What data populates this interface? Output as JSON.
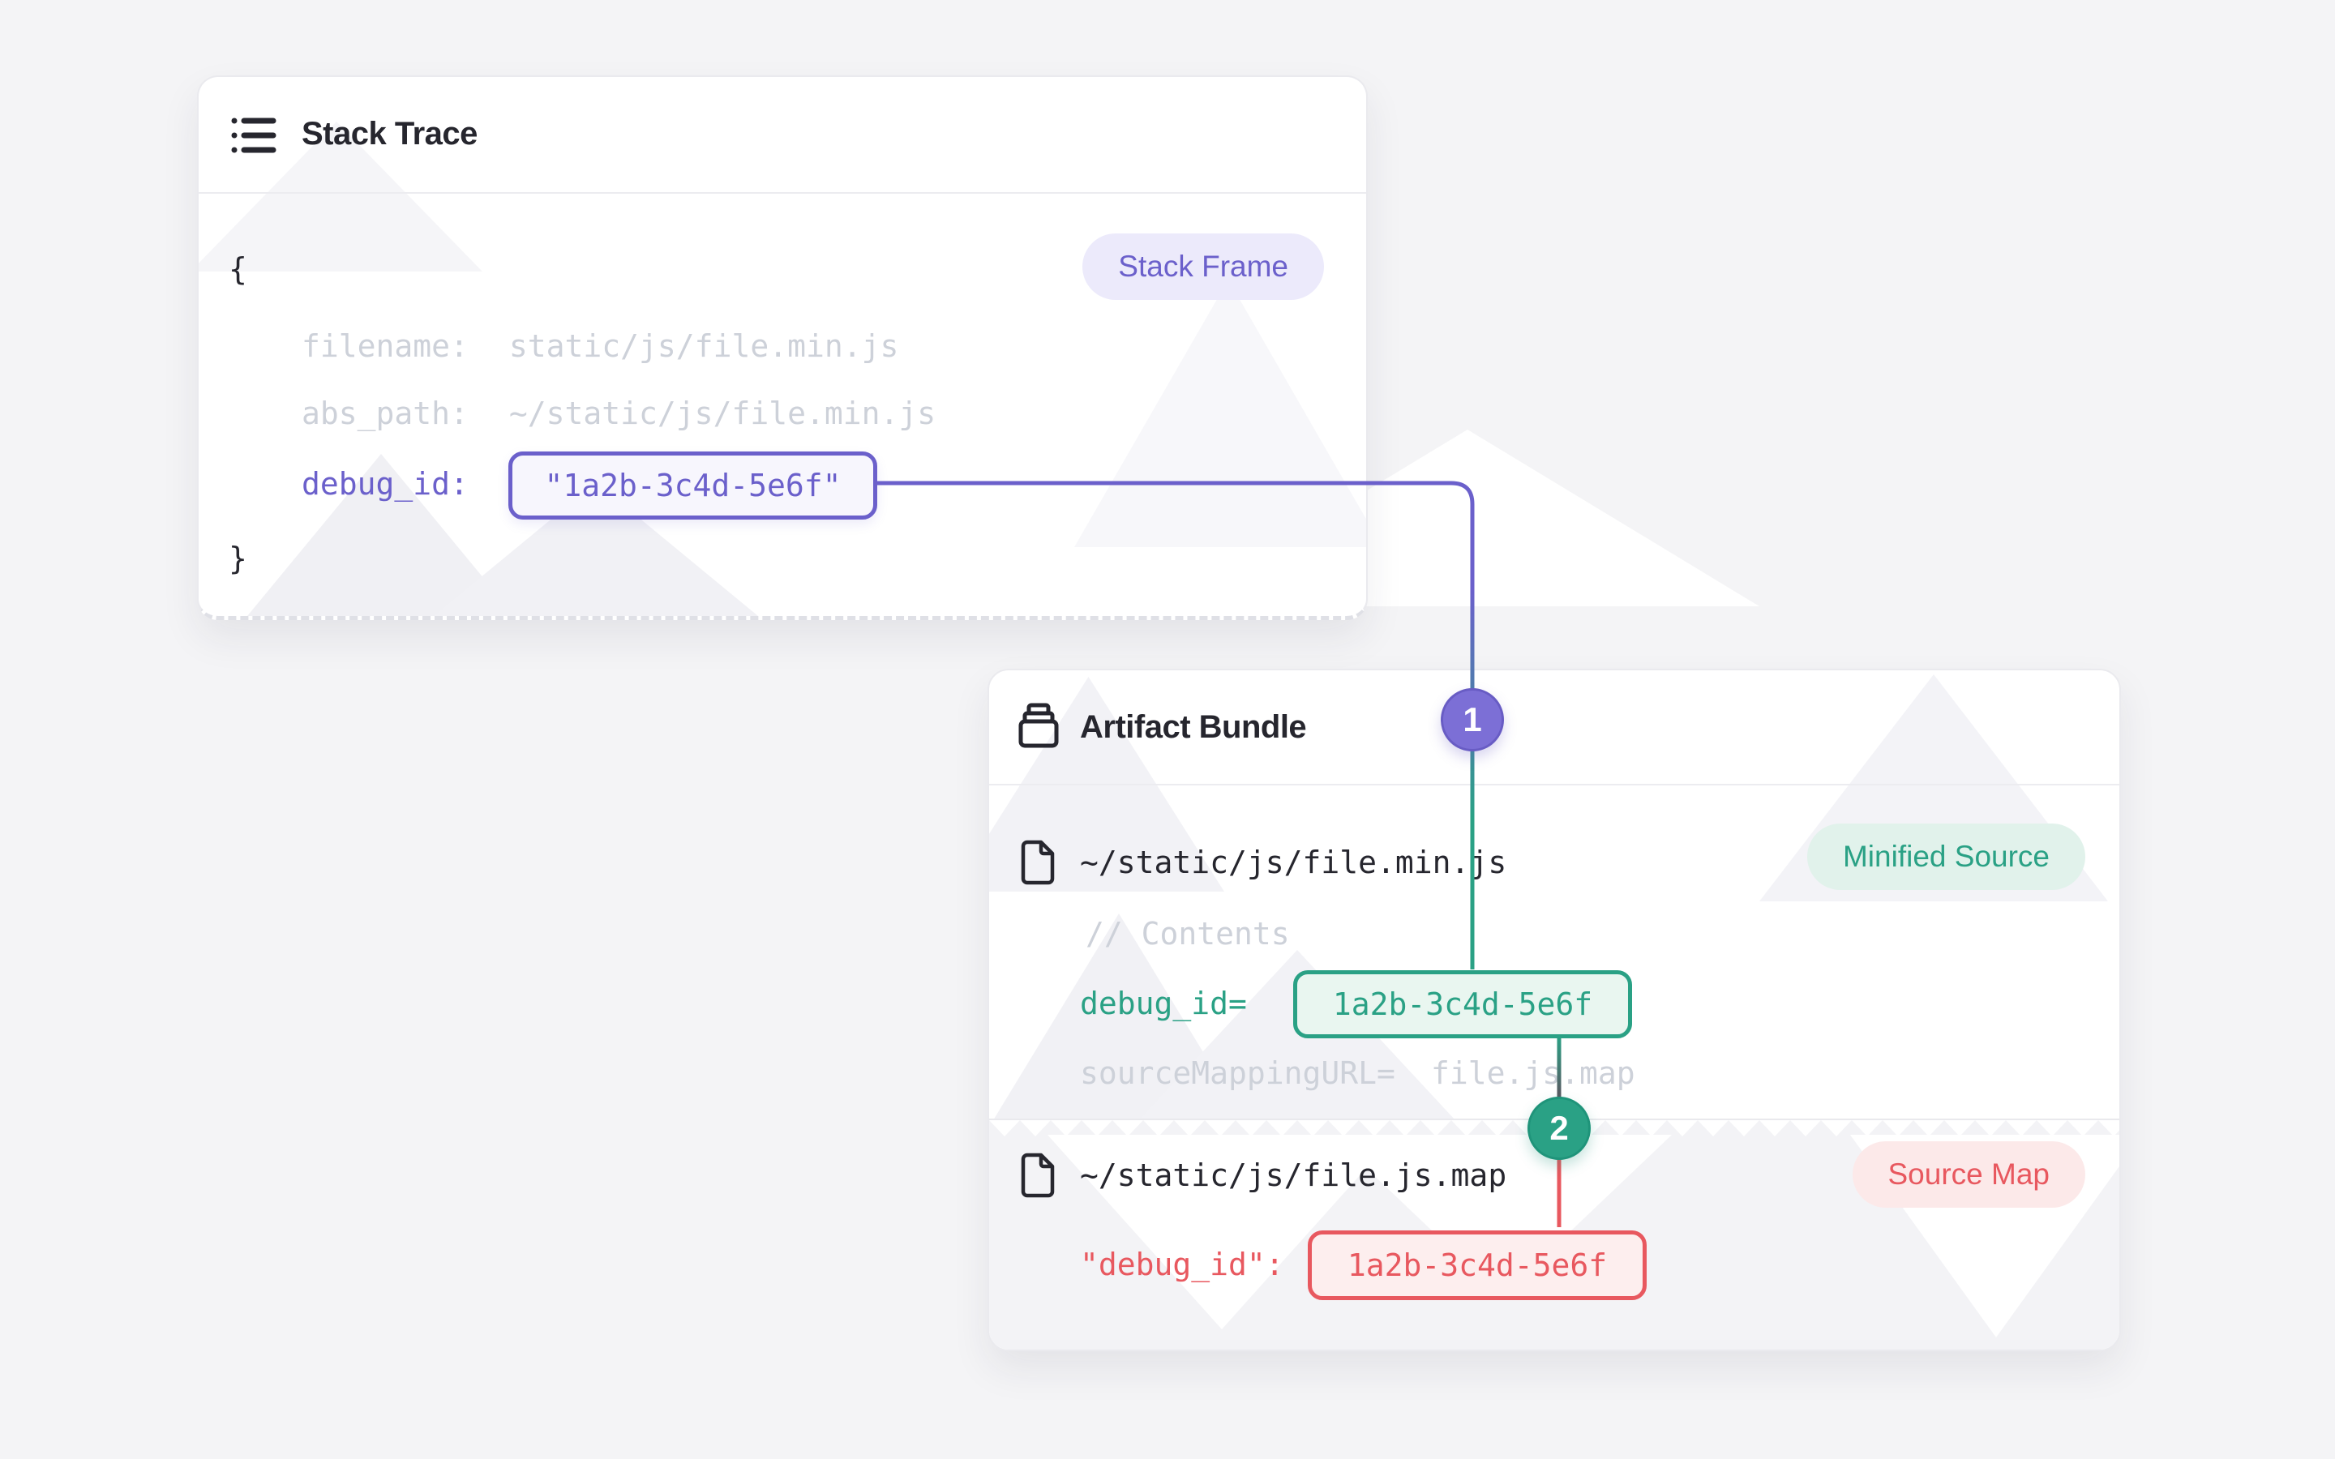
{
  "stack_trace_card": {
    "title": "Stack Trace",
    "badge": "Stack Frame",
    "code": {
      "open_brace": "{",
      "close_brace": "}",
      "filename_key": "filename:",
      "filename_value": "static/js/file.min.js",
      "abs_path_key": "abs_path:",
      "abs_path_value": "~/static/js/file.min.js",
      "debug_id_key": "debug_id:",
      "debug_id_value": "\"1a2b-3c4d-5e6f\""
    }
  },
  "artifact_bundle_card": {
    "title": "Artifact Bundle",
    "minified_file": {
      "path": "~/static/js/file.min.js",
      "badge": "Minified Source",
      "comment": "// Contents",
      "debug_id_key": "debug_id=",
      "debug_id_value": "1a2b-3c4d-5e6f",
      "sourcemap_key": "sourceMappingURL=",
      "sourcemap_value": "file.js.map"
    },
    "sourcemap_file": {
      "path": "~/static/js/file.js.map",
      "badge": "Source Map",
      "debug_id_key": "\"debug_id\":",
      "debug_id_value": "1a2b-3c4d-5e6f"
    }
  },
  "connectors": {
    "step1_label": "1",
    "step2_label": "2"
  },
  "colors": {
    "purple": "#6B60CB",
    "purple-fill": "#F7F6FD",
    "purple-badge": "#ECEAFB",
    "purple-circle": "#7C6FD6",
    "green": "#2AA185",
    "green-fill": "#E9F6F0",
    "green-badge": "#E1F2EB",
    "red": "#E8585F",
    "red-fill": "#FDEEEE",
    "red-badge": "#FCE9E9",
    "ink": "#26262E",
    "muted": "#CDD1D9",
    "page": "#F4F4F6",
    "lower": "#F3F3F6"
  }
}
